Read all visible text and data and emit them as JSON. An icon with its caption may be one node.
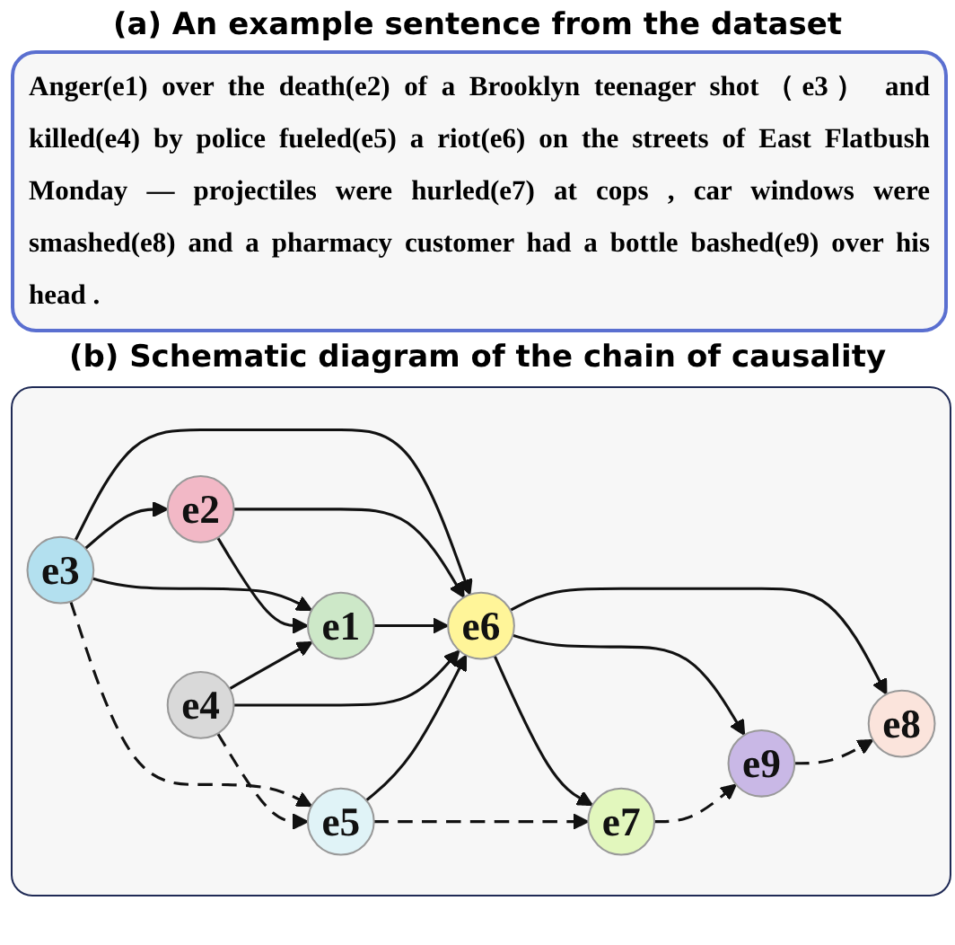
{
  "diagram": {
    "nodes": [
      {
        "text": [
          "e1"
        ]
      },
      {
        "text": [
          "e2"
        ]
      },
      {
        "text": [
          "e3"
        ]
      },
      {
        "text": [
          "e4"
        ]
      },
      {
        "text": [
          "e5"
        ]
      },
      {
        "text": [
          "e6"
        ]
      },
      {
        "text": [
          "e7"
        ]
      },
      {
        "text": [
          "e8"
        ]
      },
      {
        "text": [
          "e9"
        ]
      }
    ],
    "edges": [
      {
        "from": 2,
        "to": 1,
        "arrow": "to"
      },
      {
        "from": 2,
        "to": 0,
        "arrow": "to"
      },
      {
        "from": 2,
        "to": 5,
        "arrow": "to"
      },
      {
        "from": 2,
        "to": 4,
        "arrow": "to",
        "style": "dashed"
      },
      {
        "from": 1,
        "to": 0,
        "arrow": "to"
      },
      {
        "from": 1,
        "to": 5,
        "arrow": "to"
      },
      {
        "from": 0,
        "to": 5,
        "arrow": "to"
      },
      {
        "from": 3,
        "to": 0,
        "arrow": "to"
      },
      {
        "from": 3,
        "to": 5,
        "arrow": "to"
      },
      {
        "from": 3,
        "to": 4,
        "arrow": "to",
        "style": "dashed"
      },
      {
        "from": 5,
        "to": 6,
        "arrow": "to"
      },
      {
        "from": 5,
        "to": 7,
        "arrow": "to"
      },
      {
        "from": 5,
        "to": 8,
        "arrow": "to"
      },
      {
        "from": 4,
        "to": 5,
        "arrow": "to"
      },
      {
        "from": 4,
        "to": 6,
        "arrow": "to",
        "style": "dashed"
      },
      {
        "from": 6,
        "to": 8,
        "arrow": "to",
        "style": "dashed"
      },
      {
        "from": 8,
        "to": 7,
        "arrow": "to",
        "style": "dashed"
      }
    ],
    "labels": [
      "(a) An example sentence from the dataset",
      "Anger(e1) over the death(e2) of a Brooklyn teenager shot（e3） and killed(e4) by police fueled(e5) a riot(e6) on the streets of East Flatbush Monday — projectiles were hurled(e7) at cops , car windows were smashed(e8) and a pharmacy customer had a bottle bashed(e9) over his head .",
      "(b) Schematic diagram of the chain of causality"
    ]
  }
}
